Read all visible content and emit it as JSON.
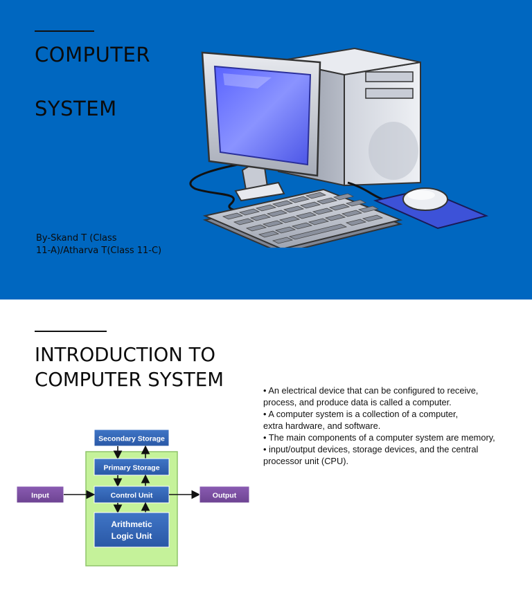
{
  "slide1": {
    "title_line1": "COMPUTER",
    "title_line2": "SYSTEM",
    "byline_line1": "By-Skand T (Class",
    "byline_line2": "11-A)/Atharva T(Class 11-C)",
    "background_color": "#0067c0",
    "illustration": "desktop-computer-icon"
  },
  "slide2": {
    "title_line1": "INTRODUCTION TO",
    "title_line2": "COMPUTER SYSTEM",
    "bullets": [
      "•  An electrical device that can be configured to receive,",
      " process, and produce data is called a computer.",
      "•  A computer system is a collection of a computer,",
      "extra hardware, and software.",
      "•  The main components of a computer system are memory,",
      "•   input/output devices, storage devices, and the central",
      " processor unit (CPU)."
    ],
    "diagram": {
      "secondary_storage": "Secondary Storage",
      "primary_storage": "Primary Storage",
      "control_unit": "Control Unit",
      "alu_line1": "Arithmetic",
      "alu_line2": "Logic Unit",
      "input": "Input",
      "output": "Output",
      "colors": {
        "blue_box": "#2f63b4",
        "purple_box": "#7b4fa0",
        "green_panel": "#c5f29a"
      }
    }
  }
}
